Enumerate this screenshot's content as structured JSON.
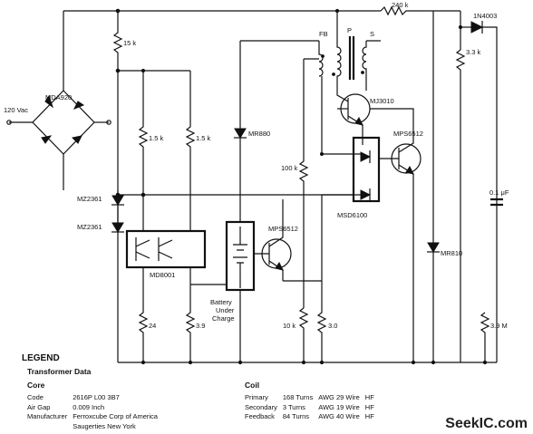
{
  "components": {
    "r_240k": "240 k",
    "d_1n4003": "1N4003",
    "r_15k": "15 k",
    "bridge": "MDA920",
    "source": "120 Vac",
    "r_15k_a": "1.5 k",
    "r_15k_b": "1.5 k",
    "d_mr880": "MR880",
    "xfmr_fb": "FB",
    "xfmr_p": "P",
    "xfmr_s": "S",
    "r_33k": "3.3 k",
    "q_mj3010": "MJ3010",
    "q_mps6512_top": "MPS6512",
    "r_100k": "100 k",
    "z_1": "MZ2361",
    "z_2": "MZ2361",
    "ic_msd6100": "MSD6100",
    "cap_01uf": "0.1 μF",
    "q_mps6512_mid": "MPS6512",
    "d_mr810": "MR810",
    "ic_md8001": "MD8001",
    "battery": [
      "Battery",
      "Under",
      "Charge"
    ],
    "r_24": "24",
    "r_39": "3.9",
    "r_10k": "10 k",
    "r_30": "3.0",
    "r_39m": "3.9 M"
  },
  "legend": {
    "title": "LEGEND",
    "transformer": "Transformer Data",
    "core_heading": "Core",
    "core_rows": [
      [
        "Code",
        "2616P L00 3B7"
      ],
      [
        "Air Gap",
        "0.009 Inch"
      ],
      [
        "Manufacturer",
        "Ferroxcube Corp of America"
      ],
      [
        "",
        "Saugerties  New York"
      ]
    ],
    "coil_heading": "Coil",
    "coil_rows": [
      [
        "Primary",
        "168 Turns",
        "AWG 29 Wire",
        "HF"
      ],
      [
        "Secondary",
        "3 Turns",
        "AWG 19 Wire",
        "HF"
      ],
      [
        "Feedback",
        "84 Turns",
        "AWG 40 Wire",
        "HF"
      ]
    ]
  },
  "watermark": "SeekIC.com"
}
